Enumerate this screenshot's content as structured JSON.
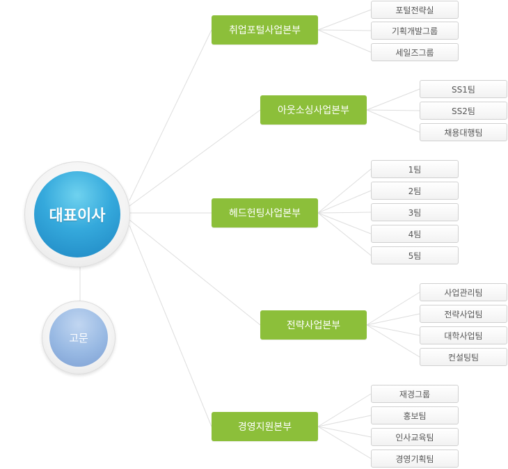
{
  "ceo": {
    "label": "대표이사"
  },
  "advisor": {
    "label": "고문"
  },
  "divisions": [
    {
      "label": "취업포털사업본부",
      "teams": [
        "포털전략실",
        "기획개발그룹",
        "세일즈그룹"
      ]
    },
    {
      "label": "아웃소싱사업본부",
      "teams": [
        "SS1팀",
        "SS2팀",
        "채용대행팀"
      ]
    },
    {
      "label": "헤드헌팅사업본부",
      "teams": [
        "1팀",
        "2팀",
        "3팀",
        "4팀",
        "5팀"
      ]
    },
    {
      "label": "전략사업본부",
      "teams": [
        "사업관리팀",
        "전략사업팀",
        "대학사업팀",
        "컨설팅팀"
      ]
    },
    {
      "label": "경영지원본부",
      "teams": [
        "재경그룹",
        "홍보팀",
        "인사교육팀",
        "경영기획팀"
      ]
    }
  ],
  "colors": {
    "division_bg": "#8cbf3a",
    "ceo_circle": "#2a9ad3",
    "advisor_circle": "#8fb0df",
    "connector": "#dddddd"
  }
}
